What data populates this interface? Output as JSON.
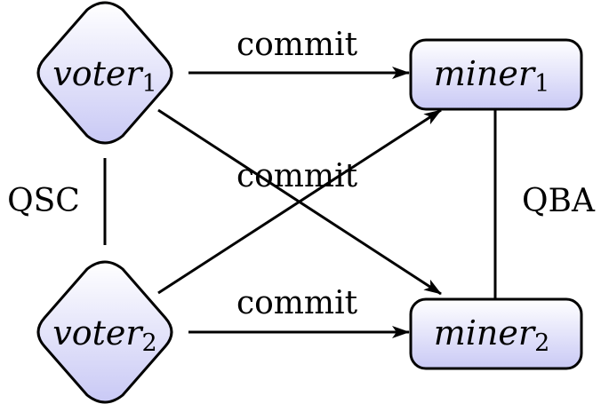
{
  "nodes": {
    "voter1": {
      "name": "voter",
      "subscript": "1",
      "shape": "diamond"
    },
    "voter2": {
      "name": "voter",
      "subscript": "2",
      "shape": "diamond"
    },
    "miner1": {
      "name": "miner",
      "subscript": "1",
      "shape": "rounded-box"
    },
    "miner2": {
      "name": "miner",
      "subscript": "2",
      "shape": "rounded-box"
    }
  },
  "edges": {
    "voter1_miner1": {
      "from": "voter1",
      "to": "miner1",
      "label": "commit",
      "directed": true
    },
    "voter2_miner1": {
      "from": "voter2",
      "to": "miner1",
      "label": "commit",
      "directed": true
    },
    "voter1_miner2": {
      "from": "voter1",
      "to": "miner2",
      "label": "",
      "directed": true
    },
    "voter2_miner2": {
      "from": "voter2",
      "to": "miner2",
      "label": "commit",
      "directed": true
    },
    "voter1_voter2": {
      "from": "voter1",
      "to": "voter2",
      "label": "QSC",
      "directed": false
    },
    "miner1_miner2": {
      "from": "miner1",
      "to": "miner2",
      "label": "QBA",
      "directed": false
    }
  },
  "colors": {
    "node_fill_top": "#ffffff",
    "node_fill_bottom": "#c9c9f5",
    "stroke": "#000000"
  }
}
